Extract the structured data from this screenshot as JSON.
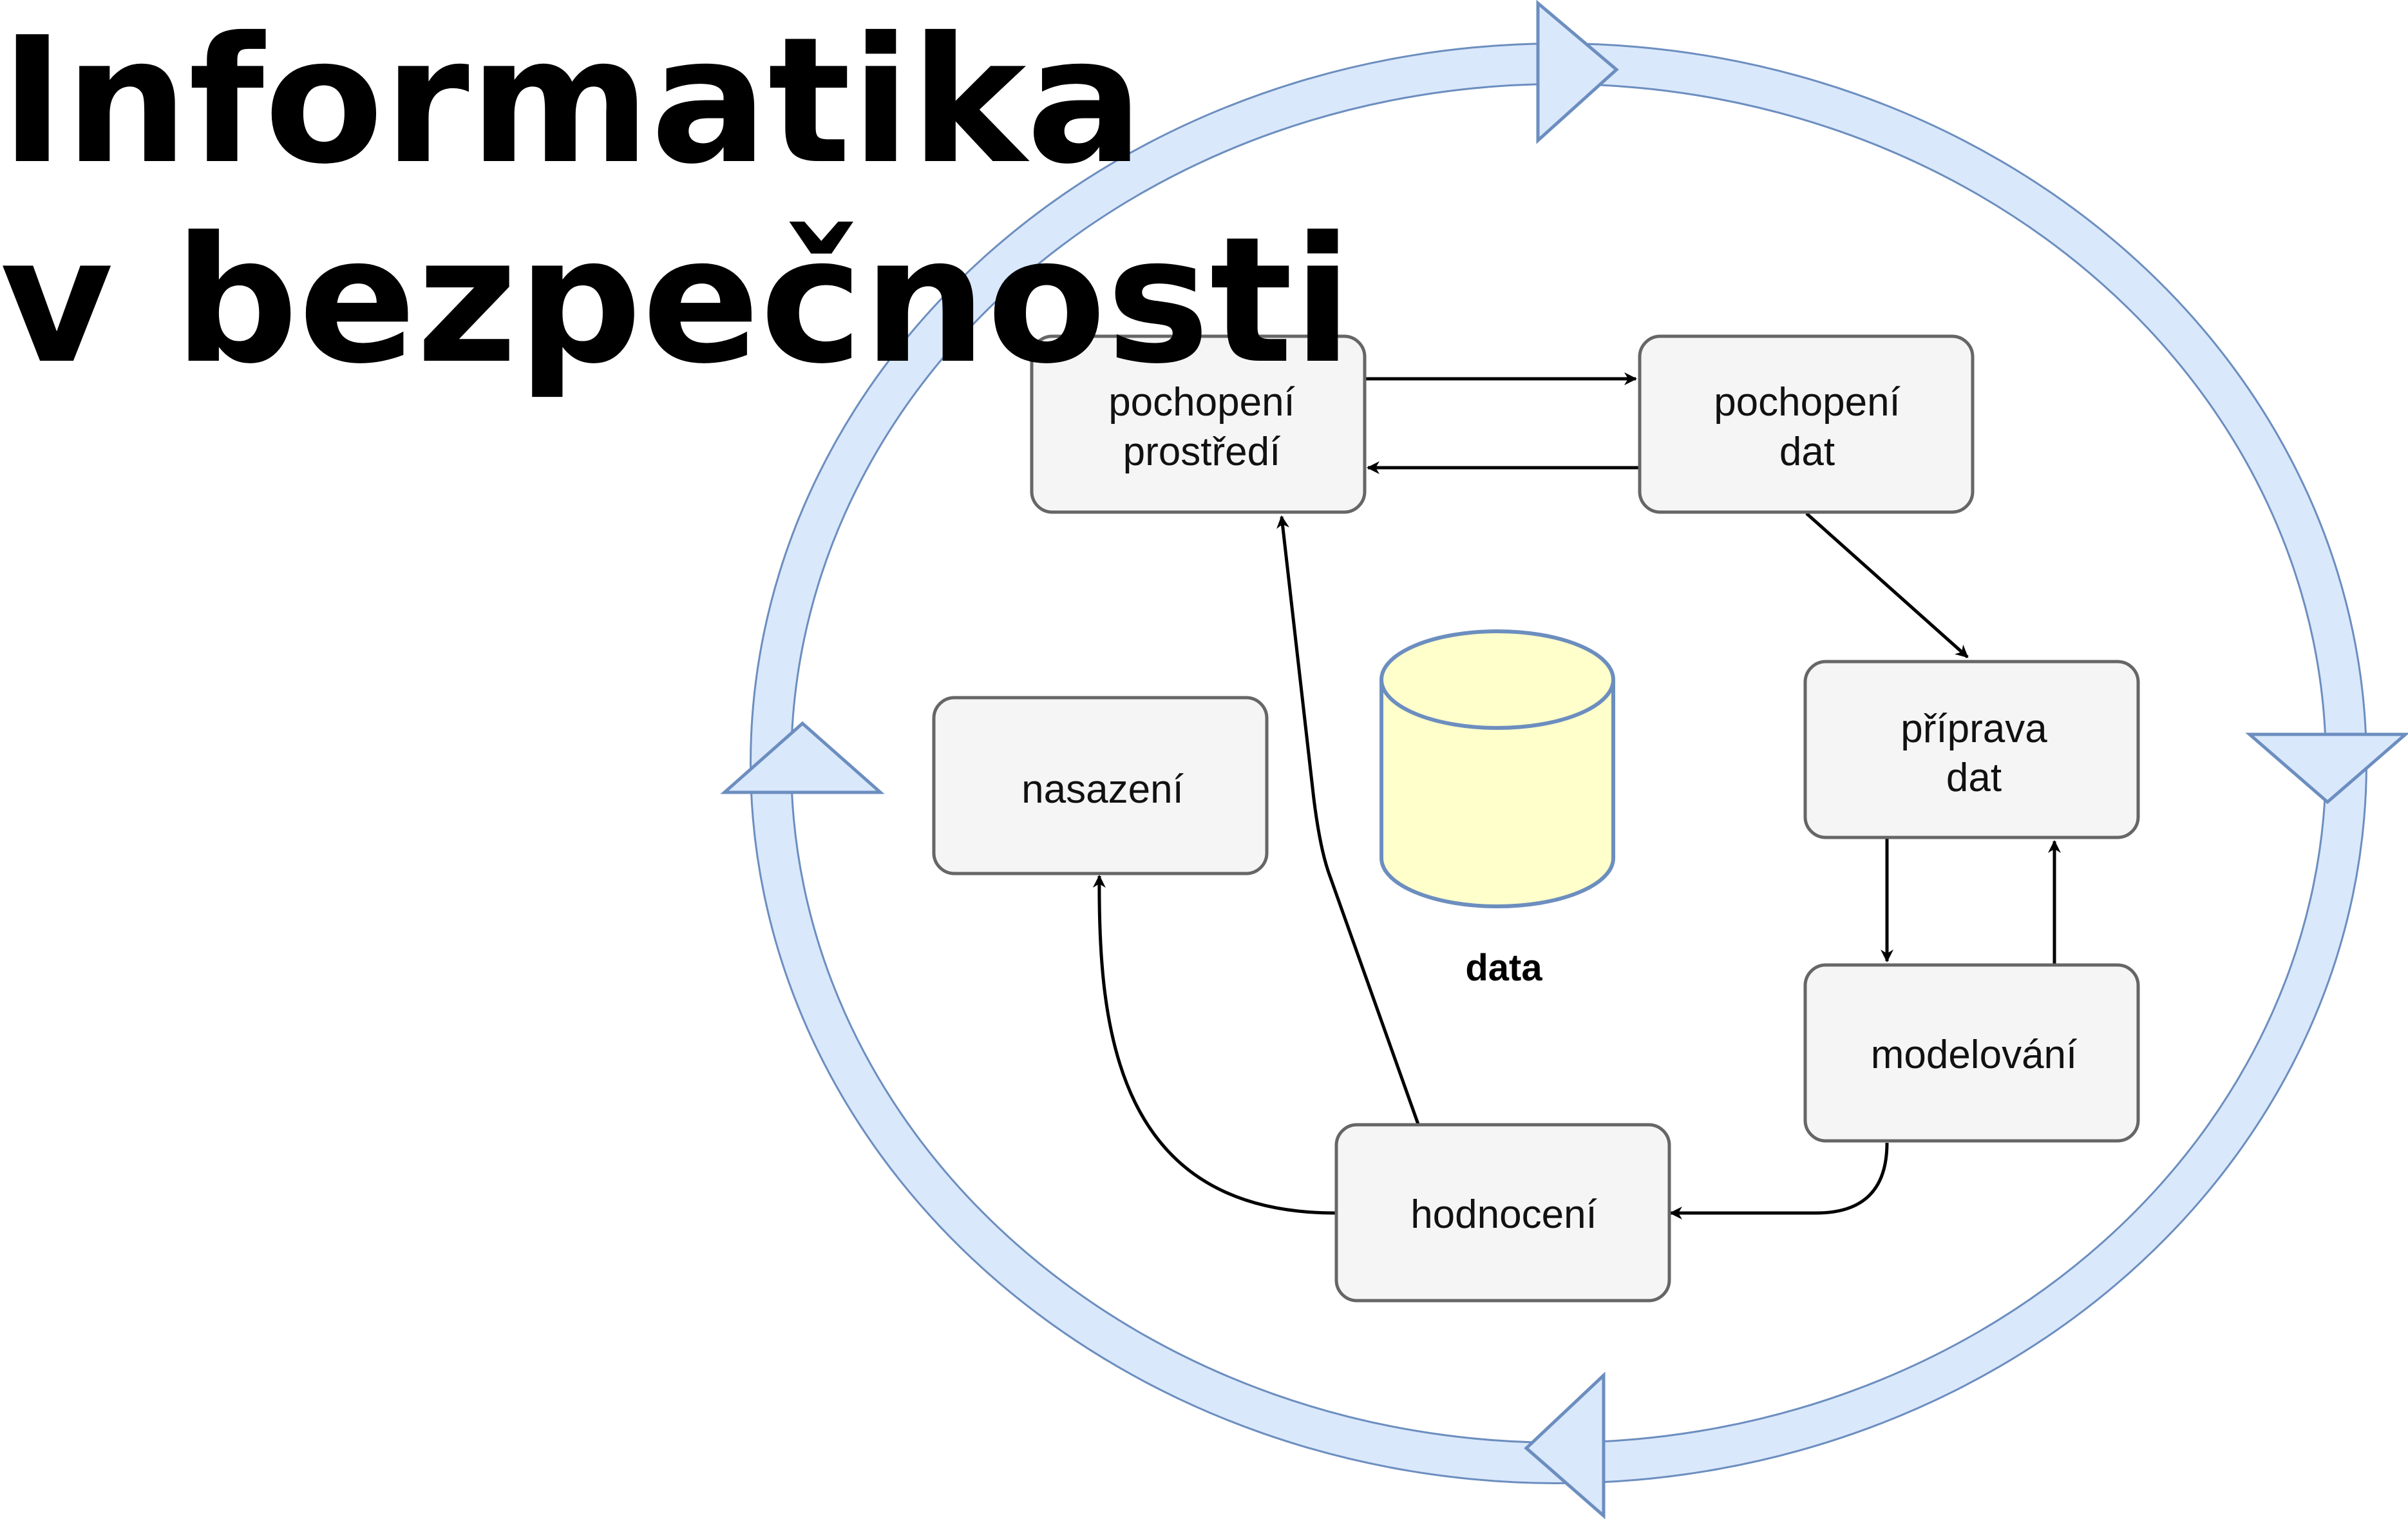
{
  "title": {
    "line1": "Informatika",
    "line2": "v bezpečnosti"
  },
  "nodes": {
    "business": {
      "line1": "pochopení",
      "line2": "prostředí"
    },
    "data_understanding": {
      "line1": "pochopení",
      "line2": "dat"
    },
    "data_preparation": {
      "line1": "příprava",
      "line2": "dat"
    },
    "modeling": {
      "label": "modelování"
    },
    "evaluation": {
      "label": "hodnocení"
    },
    "deployment": {
      "label": "nasazení"
    }
  },
  "database": {
    "label": "data"
  },
  "colors": {
    "ring_fill": "#dae8fc",
    "ring_stroke": "#6c8ebf",
    "box_fill": "#f5f5f5",
    "box_stroke": "#666666",
    "cylinder_fill": "#ffffcc",
    "cylinder_stroke": "#6c8ebf",
    "arrow": "#000000"
  }
}
